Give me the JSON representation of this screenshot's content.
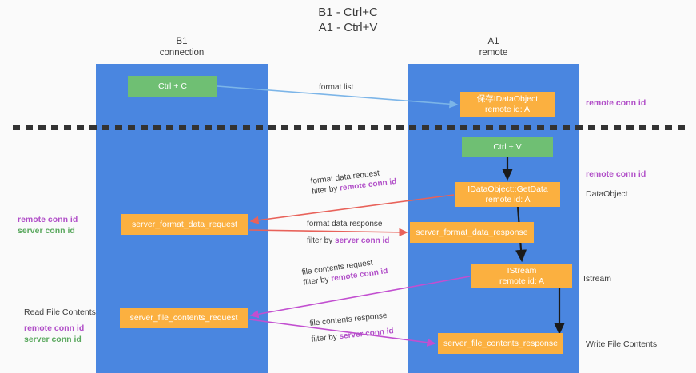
{
  "title": "B1 - Ctrl+C\nA1 - Ctrl+V",
  "lanes": [
    {
      "id": "b1",
      "header": "B1\nconnection"
    },
    {
      "id": "a1",
      "header": "A1\nremote"
    }
  ],
  "nodes": {
    "ctrl_c": {
      "label": "Ctrl + C",
      "color": "#6fbf73"
    },
    "idataobject": {
      "line1": "保存IDataObject",
      "line2": "remote id: A",
      "color": "#fbb040"
    },
    "ctrl_v": {
      "label": "Ctrl + V",
      "color": "#6fbf73"
    },
    "getdata": {
      "line1": "IDataObject::GetData",
      "line2": "remote id: A",
      "color": "#fbb040"
    },
    "server_format_data_request": {
      "label": "server_format_data_request",
      "color": "#fbb040"
    },
    "server_format_data_response": {
      "label": "server_format_data_response",
      "color": "#fbb040"
    },
    "istream": {
      "line1": "IStream",
      "line2": "remote id: A",
      "color": "#fbb040"
    },
    "server_file_contents_request": {
      "label": "server_file_contents_request",
      "color": "#fbb040"
    },
    "server_file_contents_response": {
      "label": "server_file_contents_response",
      "color": "#fbb040"
    }
  },
  "edge_labels": {
    "format_list": {
      "line1": "format list"
    },
    "format_data_request": {
      "line1": "format data request",
      "prefix": "filter by ",
      "key": "remote conn id"
    },
    "format_data_response": {
      "line1": "format data response",
      "prefix": "filter by ",
      "key": "server conn id"
    },
    "file_contents_request": {
      "line1": "file contents request",
      "prefix": "filter by ",
      "key": "remote conn id"
    },
    "file_contents_response": {
      "line1": "file contents response",
      "prefix": "filter by ",
      "key": "server conn id"
    }
  },
  "annotations": {
    "right_remote_conn_id_top": "remote conn id",
    "right_remote_conn_id_mid": "remote conn id",
    "right_dataobject": "DataObject",
    "right_istream": "Istream",
    "right_write_file_contents": "Write File Contents",
    "left_read_file_contents": "Read File Contents",
    "left_remote_conn_id": "remote conn id",
    "left_server_conn_id": "server conn id"
  },
  "colors": {
    "lane": "#4a86e0",
    "green_node": "#6fbf73",
    "orange_node": "#fbb040",
    "purple_key": "#b14fc8",
    "green_key": "#5aa85e",
    "blue_arrow": "#7cb5e8",
    "red_arrow": "#e8625a",
    "magenta_arrow": "#c24fd0",
    "black_arrow": "#1a1a1a",
    "divider": "#333333",
    "background": "#fafafa"
  }
}
